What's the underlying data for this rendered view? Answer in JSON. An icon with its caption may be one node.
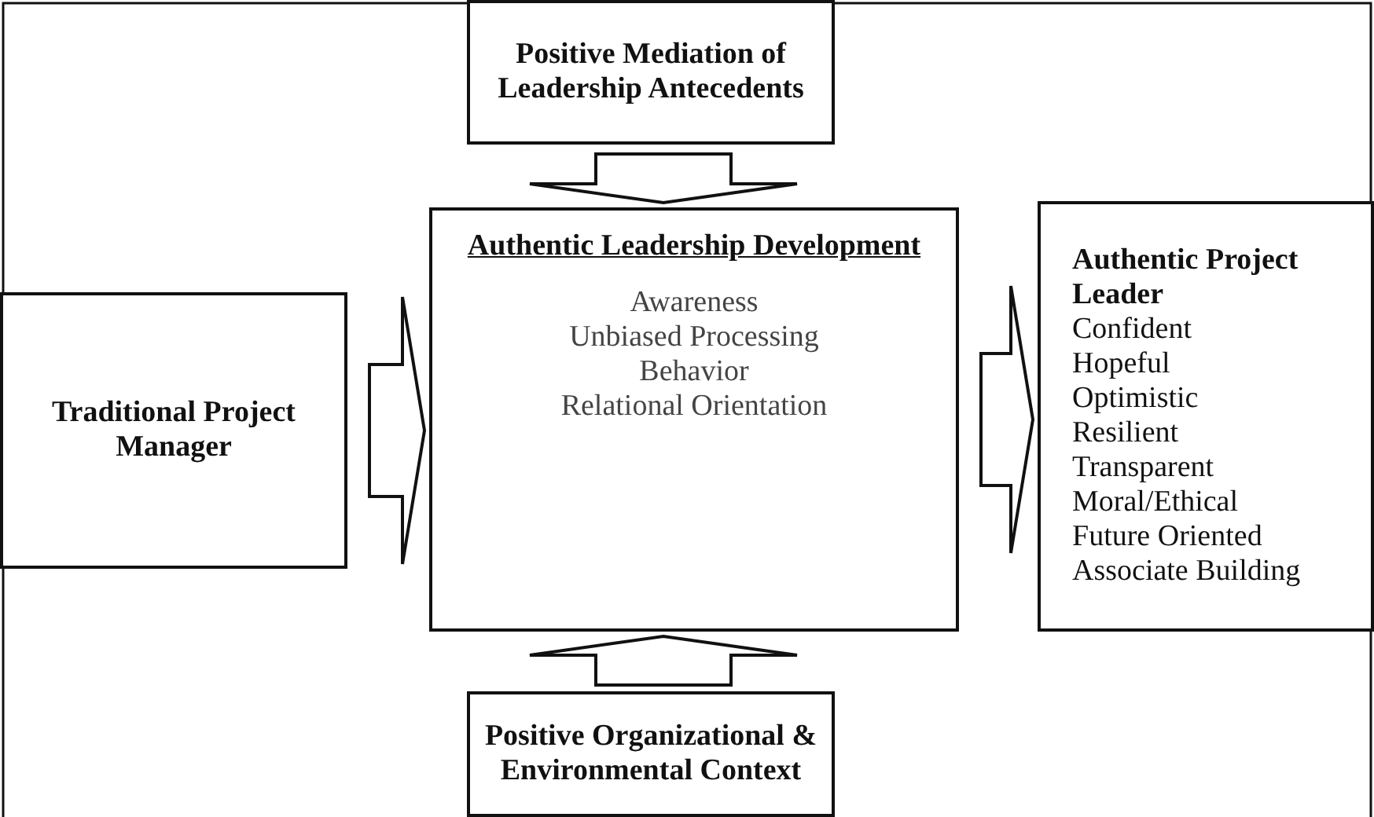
{
  "diagram": {
    "nodes": [
      {
        "text": [
          "Positive Mediation of Leadership Antecedents"
        ]
      },
      {
        "text": [
          "Authentic Leadership Development",
          "Awareness",
          "Unbiased Processing",
          "Behavior",
          "Relational Orientation"
        ]
      },
      {
        "text": [
          "Traditional Project Manager"
        ]
      },
      {
        "text": [
          "Authentic Project Leader",
          "Confident",
          "Hopeful",
          "Optimistic",
          "Resilient",
          "Transparent",
          "Moral/Ethical",
          "Future Oriented",
          "Associate Building"
        ]
      },
      {
        "text": [
          "Positive Organizational & Environmental Context"
        ]
      }
    ],
    "edges": [
      {
        "from": 0,
        "to": 1,
        "arrow": "to"
      },
      {
        "from": 2,
        "to": 1,
        "arrow": "to"
      },
      {
        "from": 1,
        "to": 3,
        "arrow": "to"
      },
      {
        "from": 4,
        "to": 1,
        "arrow": "to"
      }
    ]
  }
}
